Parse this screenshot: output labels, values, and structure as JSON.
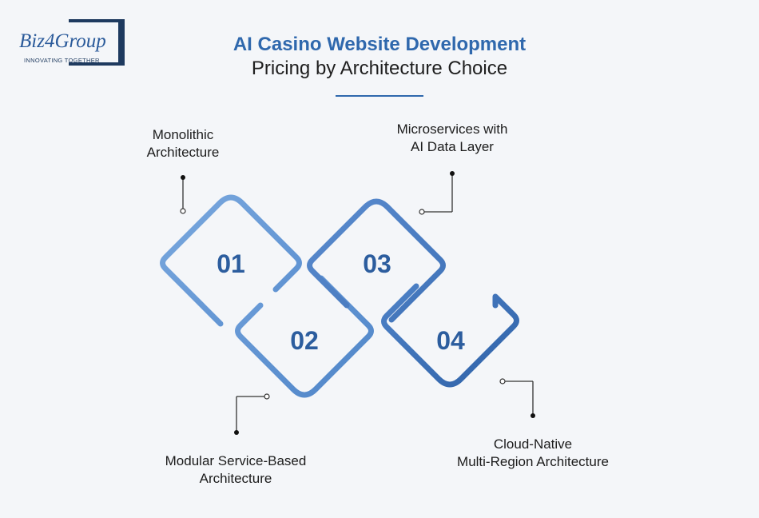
{
  "logo": {
    "name": "Biz4Group",
    "tagline": "INNOVATING TOGETHER"
  },
  "title": {
    "line1": "AI Casino Website Development",
    "line2": "Pricing by Architecture Choice"
  },
  "steps": [
    {
      "number": "01",
      "label": "Monolithic\nArchitecture"
    },
    {
      "number": "02",
      "label": "Modular Service-Based\nArchitecture"
    },
    {
      "number": "03",
      "label": "Microservices with\nAI Data Layer"
    },
    {
      "number": "04",
      "label": "Cloud-Native\nMulti-Region Architecture"
    }
  ],
  "colors": {
    "accent": "#2f68ad",
    "diamond_light": "#6b9bd6",
    "diamond_dark": "#3e6fb3",
    "number": "#2c5d9e"
  }
}
